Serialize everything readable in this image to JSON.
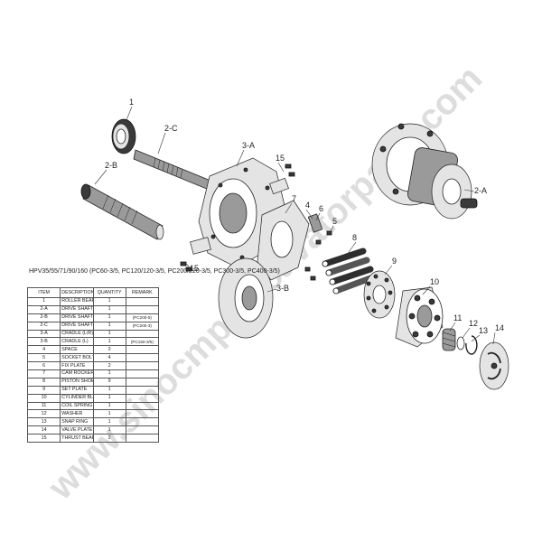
{
  "watermark": "www.sinocmp-excavatorparts.com",
  "series_title": "HPV35/55/71/90/160 (PC60-3/5, PC120/120-3/5, PC200/220-3/5, PC300-3/5, PC400-3/5)",
  "table": {
    "headers": [
      "ITEM",
      "DESCRIPTION",
      "QUANTITY",
      "REMARK"
    ],
    "rows": [
      {
        "item": "1",
        "description": "ROLLER BEARING",
        "quantity": "1",
        "remark": ""
      },
      {
        "item": "2-A",
        "description": "DRIVE SHAFT (R)",
        "quantity": "1",
        "remark": ""
      },
      {
        "item": "2-B",
        "description": "DRIVE SHAFT (L)-KEY",
        "quantity": "1",
        "remark": "(PC200-5)"
      },
      {
        "item": "2-C",
        "description": "DRIVE SHAFT-(L)SPLINE",
        "quantity": "1",
        "remark": "(PC200-3)"
      },
      {
        "item": "3-A",
        "description": "CRADLE (L/R)",
        "quantity": "1",
        "remark": ""
      },
      {
        "item": "3-B",
        "description": "CRADLE (L)",
        "quantity": "1",
        "remark": "(PC150-3/5)"
      },
      {
        "item": "4",
        "description": "SPACE",
        "quantity": "2",
        "remark": ""
      },
      {
        "item": "5",
        "description": "SOCKET BOLT",
        "quantity": "4",
        "remark": ""
      },
      {
        "item": "6",
        "description": "FIX PLATE",
        "quantity": "2",
        "remark": ""
      },
      {
        "item": "7",
        "description": "CAM ROCKER",
        "quantity": "1",
        "remark": ""
      },
      {
        "item": "8",
        "description": "PISTON SHOE",
        "quantity": "9",
        "remark": ""
      },
      {
        "item": "9",
        "description": "SET PLATE",
        "quantity": "1",
        "remark": ""
      },
      {
        "item": "10",
        "description": "CYLINDER  BLOCK",
        "quantity": "1",
        "remark": ""
      },
      {
        "item": "11",
        "description": "COIL SPRING",
        "quantity": "1",
        "remark": ""
      },
      {
        "item": "12",
        "description": "WASHER",
        "quantity": "1",
        "remark": ""
      },
      {
        "item": "13",
        "description": "SNAP RING",
        "quantity": "1",
        "remark": ""
      },
      {
        "item": "14",
        "description": "VALVE  PLATE (L/R)",
        "quantity": "1",
        "remark": ""
      },
      {
        "item": "15",
        "description": "THRUST BEARING",
        "quantity": "2",
        "remark": ""
      }
    ]
  },
  "callouts": {
    "c1": "1",
    "c2a": "2-A",
    "c2b": "2-B",
    "c2c": "2-C",
    "c3a": "3-A",
    "c3b": "3-B",
    "c4": "4",
    "c5": "5",
    "c6": "6",
    "c7": "7",
    "c8": "8",
    "c9": "9",
    "c10": "10",
    "c11": "11",
    "c12": "12",
    "c13": "13",
    "c14": "14",
    "c15a": "15",
    "c15b": "15"
  }
}
